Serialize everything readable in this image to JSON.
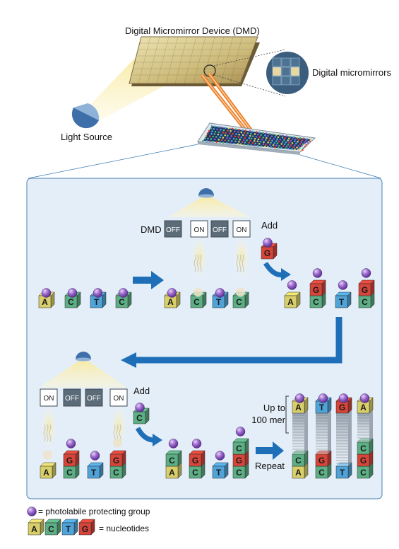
{
  "labels": {
    "dmd_title": "Digital Micromirror Device (DMD)",
    "micromirrors": "Digital micromirrors",
    "light_source": "Light Source",
    "dmd_label": "DMD",
    "add_label": "Add",
    "up_to": "Up to",
    "mer": "100 mer",
    "repeat": "Repeat"
  },
  "mirror_states": {
    "first": [
      "OFF",
      "ON",
      "OFF",
      "ON"
    ],
    "second": [
      "ON",
      "OFF",
      "OFF",
      "ON"
    ]
  },
  "steps": {
    "initial": [
      "A",
      "C",
      "T",
      "C"
    ],
    "after_first_add": [
      "A",
      "CG",
      "T",
      "CG"
    ],
    "after_second_add": [
      "AC",
      "CG",
      "T",
      "CGC"
    ],
    "final_bottom": [
      "AC",
      "CG",
      "T",
      "CGC"
    ],
    "final_top": [
      "A",
      "T",
      "G",
      "A"
    ]
  },
  "added_first": "G",
  "added_second": "C",
  "legend": {
    "protecting_group": "= photolabile protecting group",
    "nucleotides": "= nucleotides",
    "nucleotide_letters": [
      "A",
      "C",
      "T",
      "G"
    ]
  },
  "colors": {
    "A": "#d9cf6a",
    "C": "#5cae84",
    "T": "#4fa3d8",
    "G": "#d6453a",
    "protecting_group": "#8d5cc0",
    "panel": "#e4eef8",
    "arrow": "#1e6fb8",
    "beam": "#ee7d2a",
    "light": "#fbf2b4"
  }
}
